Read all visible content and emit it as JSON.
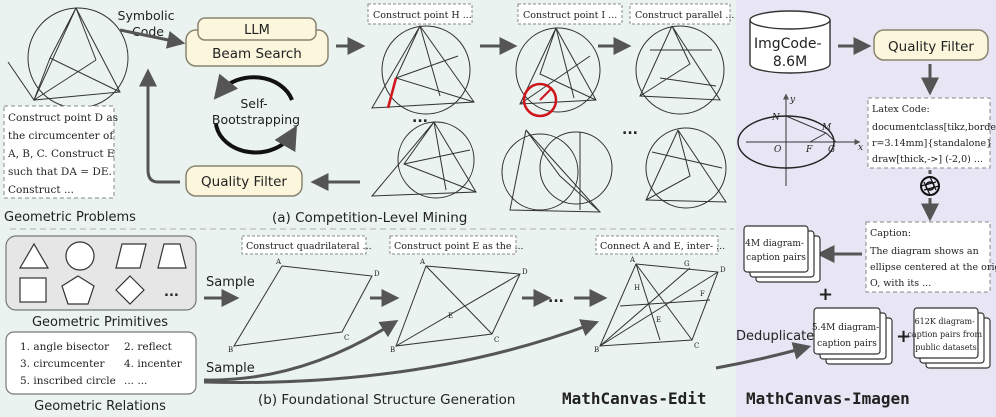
{
  "colors": {
    "left_bg": "#eaf3ef",
    "right_bg": "#e8e6f4",
    "pill_bg": "#fbf6dc",
    "pill_border": "#8a8470",
    "arrow": "#555555",
    "highlight_red": "#d0141c"
  },
  "mining": {
    "symbolic_code": [
      "Symbolic",
      "Code"
    ],
    "llm": "LLM",
    "beam_search": "Beam Search",
    "self_bootstrapping": [
      "Self-",
      "Bootstrapping"
    ],
    "quality_filter": "Quality Filter",
    "problem_text": [
      "Construct point D as",
      "the circumcenter of",
      "A, B, C. Construct E",
      "such that DA = DE.",
      "Construct ..."
    ],
    "geometric_problems": "Geometric Problems",
    "section_label": "(a) Competition-Level Mining",
    "step_captions": [
      "Construct point H ...",
      "Construct point I ...",
      "Construct parallel ..."
    ],
    "ellipsis": "..."
  },
  "foundational": {
    "primitives_label": "Geometric Primitives",
    "primitives_ellipsis": "...",
    "relations": [
      "1. angle bisector",
      "2. reflect",
      "3. circumcenter",
      "4. incenter",
      "5. inscribed circle",
      "... ..."
    ],
    "relations_label": "Geometric Relations",
    "sample_labels": [
      "Sample",
      "Sample"
    ],
    "step_captions": [
      "Construct quadrilateral ...",
      "Construct point E as the ...",
      "Connect A and E, inter- ..."
    ],
    "ellipsis": "...",
    "section_label": "(b) Foundational Structure Generation"
  },
  "imagen": {
    "imgcode": [
      "ImgCode-",
      "8.6M"
    ],
    "quality_filter": "Quality Filter",
    "latex_code": [
      "Latex Code:",
      "documentclass[tikz,borde",
      "r=3.14mm]{standalone}",
      "draw[thick,->] (-2,0) ..."
    ],
    "caption": [
      "Caption:",
      "The diagram shows an",
      "ellipse centered at the origin",
      "O, with its ..."
    ],
    "pairs_4m": [
      "4M diagram-",
      "caption pairs"
    ],
    "plus": "+",
    "deduplicate": "Deduplicate",
    "pairs_54m": [
      "5.4M diagram-",
      "caption pairs"
    ],
    "pairs_612k": [
      "612K diagram-",
      "caption pairs from",
      "public datasets"
    ],
    "ellipse_labels": [
      "N",
      "M",
      "O",
      "F",
      "G",
      "x",
      "y"
    ]
  },
  "titles": {
    "edit": "MathCanvas-Edit",
    "imagen": "MathCanvas-Imagen"
  }
}
